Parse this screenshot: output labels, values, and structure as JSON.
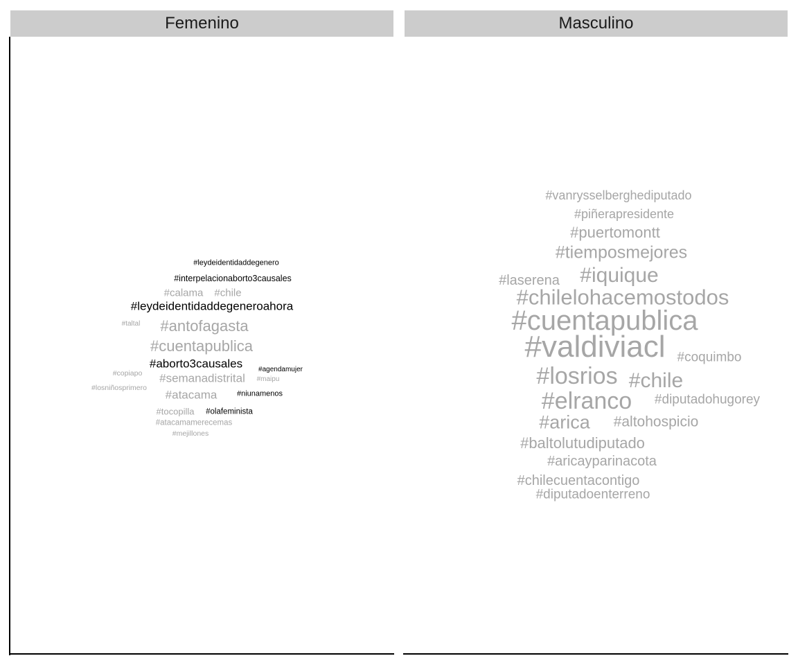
{
  "chart_data": [
    {
      "type": "wordcloud",
      "title": "Femenino",
      "colors": {
        "black": "#000000",
        "gray": "#a6a6a6"
      },
      "words": [
        {
          "text": "#leydeidentidaddegenero",
          "color": "black",
          "size": 11
        },
        {
          "text": "#interpelacionaborto3causales",
          "color": "black",
          "size": 12.5
        },
        {
          "text": "#calama",
          "color": "gray",
          "size": 15
        },
        {
          "text": "#chile",
          "color": "gray",
          "size": 15
        },
        {
          "text": "#leydeidentidaddegeneroahora",
          "color": "black",
          "size": 17
        },
        {
          "text": "#taltal",
          "color": "gray",
          "size": 10
        },
        {
          "text": "#antofagasta",
          "color": "gray",
          "size": 22
        },
        {
          "text": "#cuentapublica",
          "color": "gray",
          "size": 22
        },
        {
          "text": "#aborto3causales",
          "color": "black",
          "size": 17
        },
        {
          "text": "#agendamujer",
          "color": "black",
          "size": 10
        },
        {
          "text": "#copiapo",
          "color": "gray",
          "size": 10.5
        },
        {
          "text": "#semanadistrital",
          "color": "gray",
          "size": 17
        },
        {
          "text": "#maipu",
          "color": "gray",
          "size": 10
        },
        {
          "text": "#losniñosprimero",
          "color": "gray",
          "size": 10.5
        },
        {
          "text": "#atacama",
          "color": "gray",
          "size": 17
        },
        {
          "text": "#niunamenos",
          "color": "black",
          "size": 11
        },
        {
          "text": "#tocopilla",
          "color": "gray",
          "size": 13
        },
        {
          "text": "#olafeminista",
          "color": "black",
          "size": 11.5
        },
        {
          "text": "#atacamamerecemas",
          "color": "gray",
          "size": 11.5
        },
        {
          "text": "#mejillones",
          "color": "gray",
          "size": 10.5
        }
      ]
    },
    {
      "type": "wordcloud",
      "title": "Masculino",
      "colors": {
        "gray": "#a6a6a6"
      },
      "words": [
        {
          "text": "#vanrysselberghediputado",
          "color": "gray",
          "size": 18
        },
        {
          "text": "#piñerapresidente",
          "color": "gray",
          "size": 18
        },
        {
          "text": "#puertomontt",
          "color": "gray",
          "size": 22
        },
        {
          "text": "#tiemposmejores",
          "color": "gray",
          "size": 25
        },
        {
          "text": "#laserena",
          "color": "gray",
          "size": 20
        },
        {
          "text": "#iquique",
          "color": "gray",
          "size": 30
        },
        {
          "text": "#chilelohacemostodos",
          "color": "gray",
          "size": 31
        },
        {
          "text": "#cuentapublica",
          "color": "gray",
          "size": 40
        },
        {
          "text": "#valdiviacl",
          "color": "gray",
          "size": 44
        },
        {
          "text": "#coquimbo",
          "color": "gray",
          "size": 19
        },
        {
          "text": "#losrios",
          "color": "gray",
          "size": 34
        },
        {
          "text": "#chile",
          "color": "gray",
          "size": 30
        },
        {
          "text": "#elranco",
          "color": "gray",
          "size": 34
        },
        {
          "text": "#diputadohugorey",
          "color": "gray",
          "size": 19
        },
        {
          "text": "#arica",
          "color": "gray",
          "size": 27
        },
        {
          "text": "#altohospicio",
          "color": "gray",
          "size": 21
        },
        {
          "text": "#baltolutudiputado",
          "color": "gray",
          "size": 22
        },
        {
          "text": "#aricayparinacota",
          "color": "gray",
          "size": 20
        },
        {
          "text": "#chilecuentacontigo",
          "color": "gray",
          "size": 20
        },
        {
          "text": "#diputadoenterreno",
          "color": "gray",
          "size": 19
        }
      ]
    }
  ]
}
